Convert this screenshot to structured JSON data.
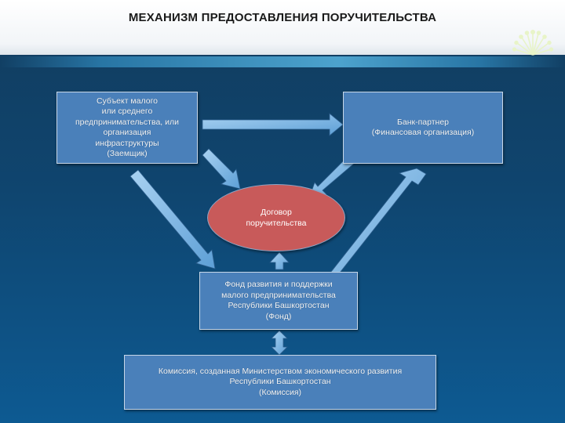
{
  "title": "МЕХАНИЗМ ПРЕДОСТАВЛЕНИЯ ПОРУЧИТЕЛЬСТВА",
  "nodes": {
    "borrower": "Субъект малого\nили среднего\nпредпринимательства, или\nорганизация\nинфраструктуры\n(Заемщик)",
    "bank": "Банк-партнер\n(Финансовая организация)",
    "contract": "Договор\nпоручительства",
    "fund": "Фонд развития и поддержки\nмалого предпринимательства\nРеспублики Башкортостан\n(Фонд)",
    "commission": "Комиссия, созданная Министерством экономического развития\nРеспублики Башкортостан\n(Комиссия)"
  },
  "colors": {
    "background": "#0f456f",
    "box_fill": "#4a80ba",
    "ellipse_fill": "#c85a5a",
    "arrow_fill": "#7ab4e4"
  },
  "icons": {
    "logo": "sunburst-logo-icon"
  }
}
